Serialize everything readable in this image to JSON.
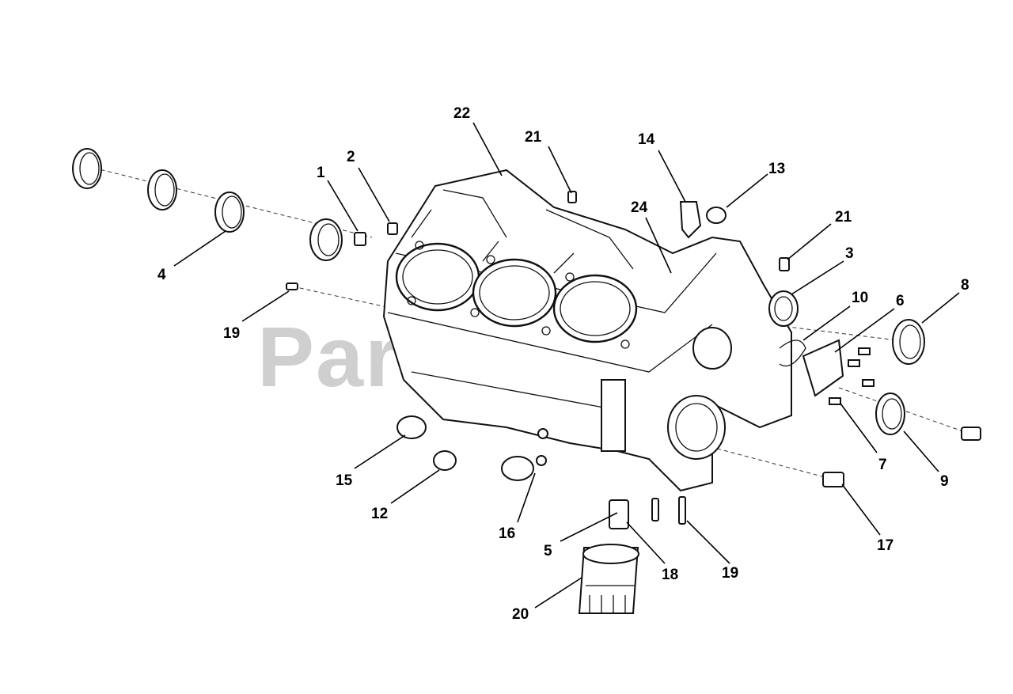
{
  "watermark": "PartsTree",
  "callouts": [
    "1",
    "2",
    "3",
    "4",
    "5",
    "6",
    "7",
    "8",
    "9",
    "10",
    "12",
    "13",
    "14",
    "15",
    "16",
    "17",
    "18",
    "19",
    "19",
    "20",
    "21",
    "21",
    "22",
    "24"
  ]
}
